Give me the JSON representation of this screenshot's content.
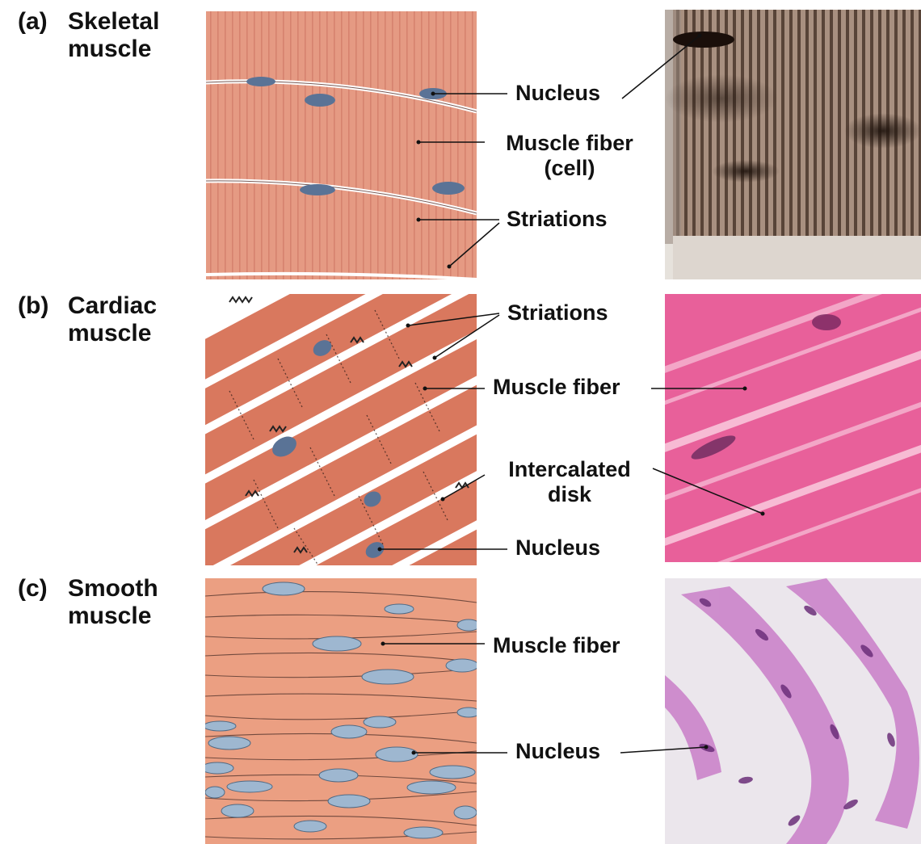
{
  "sections": [
    {
      "id": "a",
      "letter": "(a)",
      "title_line1": "Skeletal",
      "title_line2": "muscle",
      "labels": {
        "nucleus": "Nucleus",
        "fiber_line1": "Muscle fiber",
        "fiber_line2": "(cell)",
        "striations": "Striations"
      }
    },
    {
      "id": "b",
      "letter": "(b)",
      "title_line1": "Cardiac",
      "title_line2": "muscle",
      "labels": {
        "striations": "Striations",
        "fiber": "Muscle fiber",
        "disk_line1": "Intercalated",
        "disk_line2": "disk",
        "nucleus": "Nucleus"
      }
    },
    {
      "id": "c",
      "letter": "(c)",
      "title_line1": "Smooth",
      "title_line2": "muscle",
      "labels": {
        "fiber": "Muscle fiber",
        "nucleus": "Nucleus"
      }
    }
  ],
  "colors": {
    "skeletal_fill": "#e59a83",
    "cardiac_fill": "#d9785e",
    "smooth_fill": "#eb9f82",
    "nucleus_fill": "#5a7396",
    "smooth_nucleus_fill": "#9eb7d0",
    "micrograph_a": "#8a7565",
    "micrograph_b": "#e8609a",
    "micrograph_c": "#c97ec8"
  }
}
